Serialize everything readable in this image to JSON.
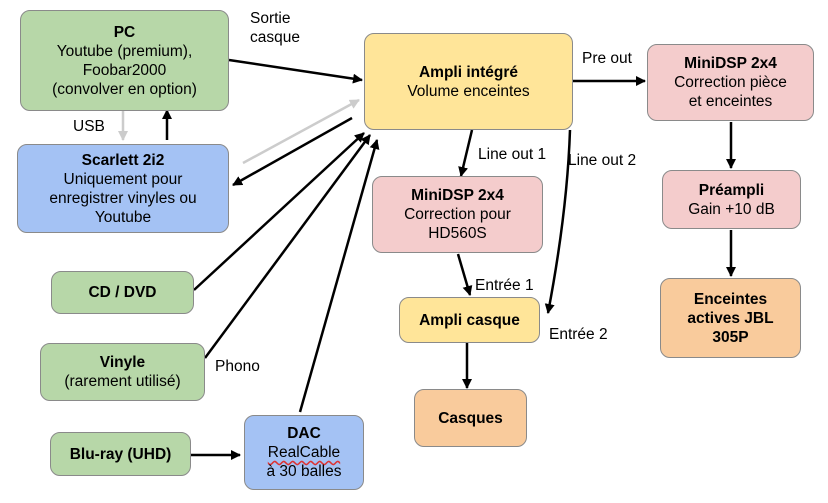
{
  "nodes": {
    "pc": {
      "title": "PC",
      "text": "Youtube (premium),\nFoobar2000\n(convolver en option)"
    },
    "scarlett": {
      "title": "Scarlett 2i2",
      "text": "Uniquement pour\nenregistrer vinyles ou\nYoutube"
    },
    "cd": {
      "title": "CD / DVD"
    },
    "vinyle": {
      "title": "Vinyle",
      "text": "(rarement utilisé)"
    },
    "bluray": {
      "title": "Blu-ray (UHD)"
    },
    "dac": {
      "title": "DAC",
      "line1": "RealCable",
      "line2": "à 30 balles"
    },
    "ampli": {
      "title": "Ampli intégré",
      "text": "Volume enceintes"
    },
    "minidsp1": {
      "title": "MiniDSP 2x4",
      "text": "Correction pour\nHD560S"
    },
    "ampli_casque": {
      "title": "Ampli casque"
    },
    "casques": {
      "title": "Casques"
    },
    "minidsp2": {
      "title": "MiniDSP 2x4",
      "text": "Correction pièce\net enceintes"
    },
    "preampli": {
      "title": "Préampli",
      "text": "Gain +10 dB"
    },
    "enceintes": {
      "title": "Enceintes\nactives JBL\n305P"
    }
  },
  "edge_labels": {
    "sortie_casque": "Sortie\ncasque",
    "usb": "USB",
    "pre_out": "Pre out",
    "line_out_1": "Line out 1",
    "line_out_2": "Line out 2",
    "entree_1": "Entrée 1",
    "entree_2": "Entrée 2",
    "phono": "Phono"
  },
  "colors": {
    "source": "#b7d7a8",
    "interface": "#a4c2f4",
    "amplifier": "#ffe599",
    "processor": "#f4cccc",
    "output": "#f9cb9c",
    "arrow": "#000000",
    "usb_arrow": "#cccccc"
  }
}
